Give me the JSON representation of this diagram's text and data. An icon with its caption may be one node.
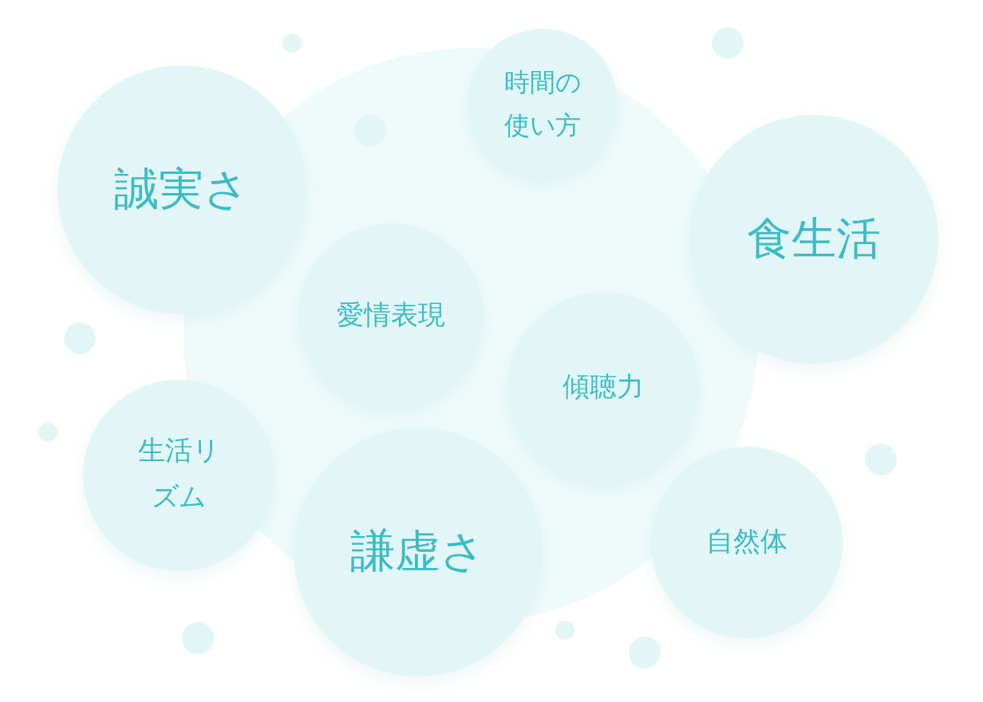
{
  "diagram": {
    "nodes": [
      {
        "text": [
          "誠実さ"
        ]
      },
      {
        "text": [
          "時間の使い方"
        ]
      },
      {
        "text": [
          "食生活"
        ]
      },
      {
        "text": [
          "愛情表現"
        ]
      },
      {
        "text": [
          "傾聴力"
        ]
      },
      {
        "text": [
          "生活リズム"
        ]
      },
      {
        "text": [
          "謙虚さ"
        ]
      },
      {
        "text": [
          "自然体"
        ]
      }
    ]
  }
}
